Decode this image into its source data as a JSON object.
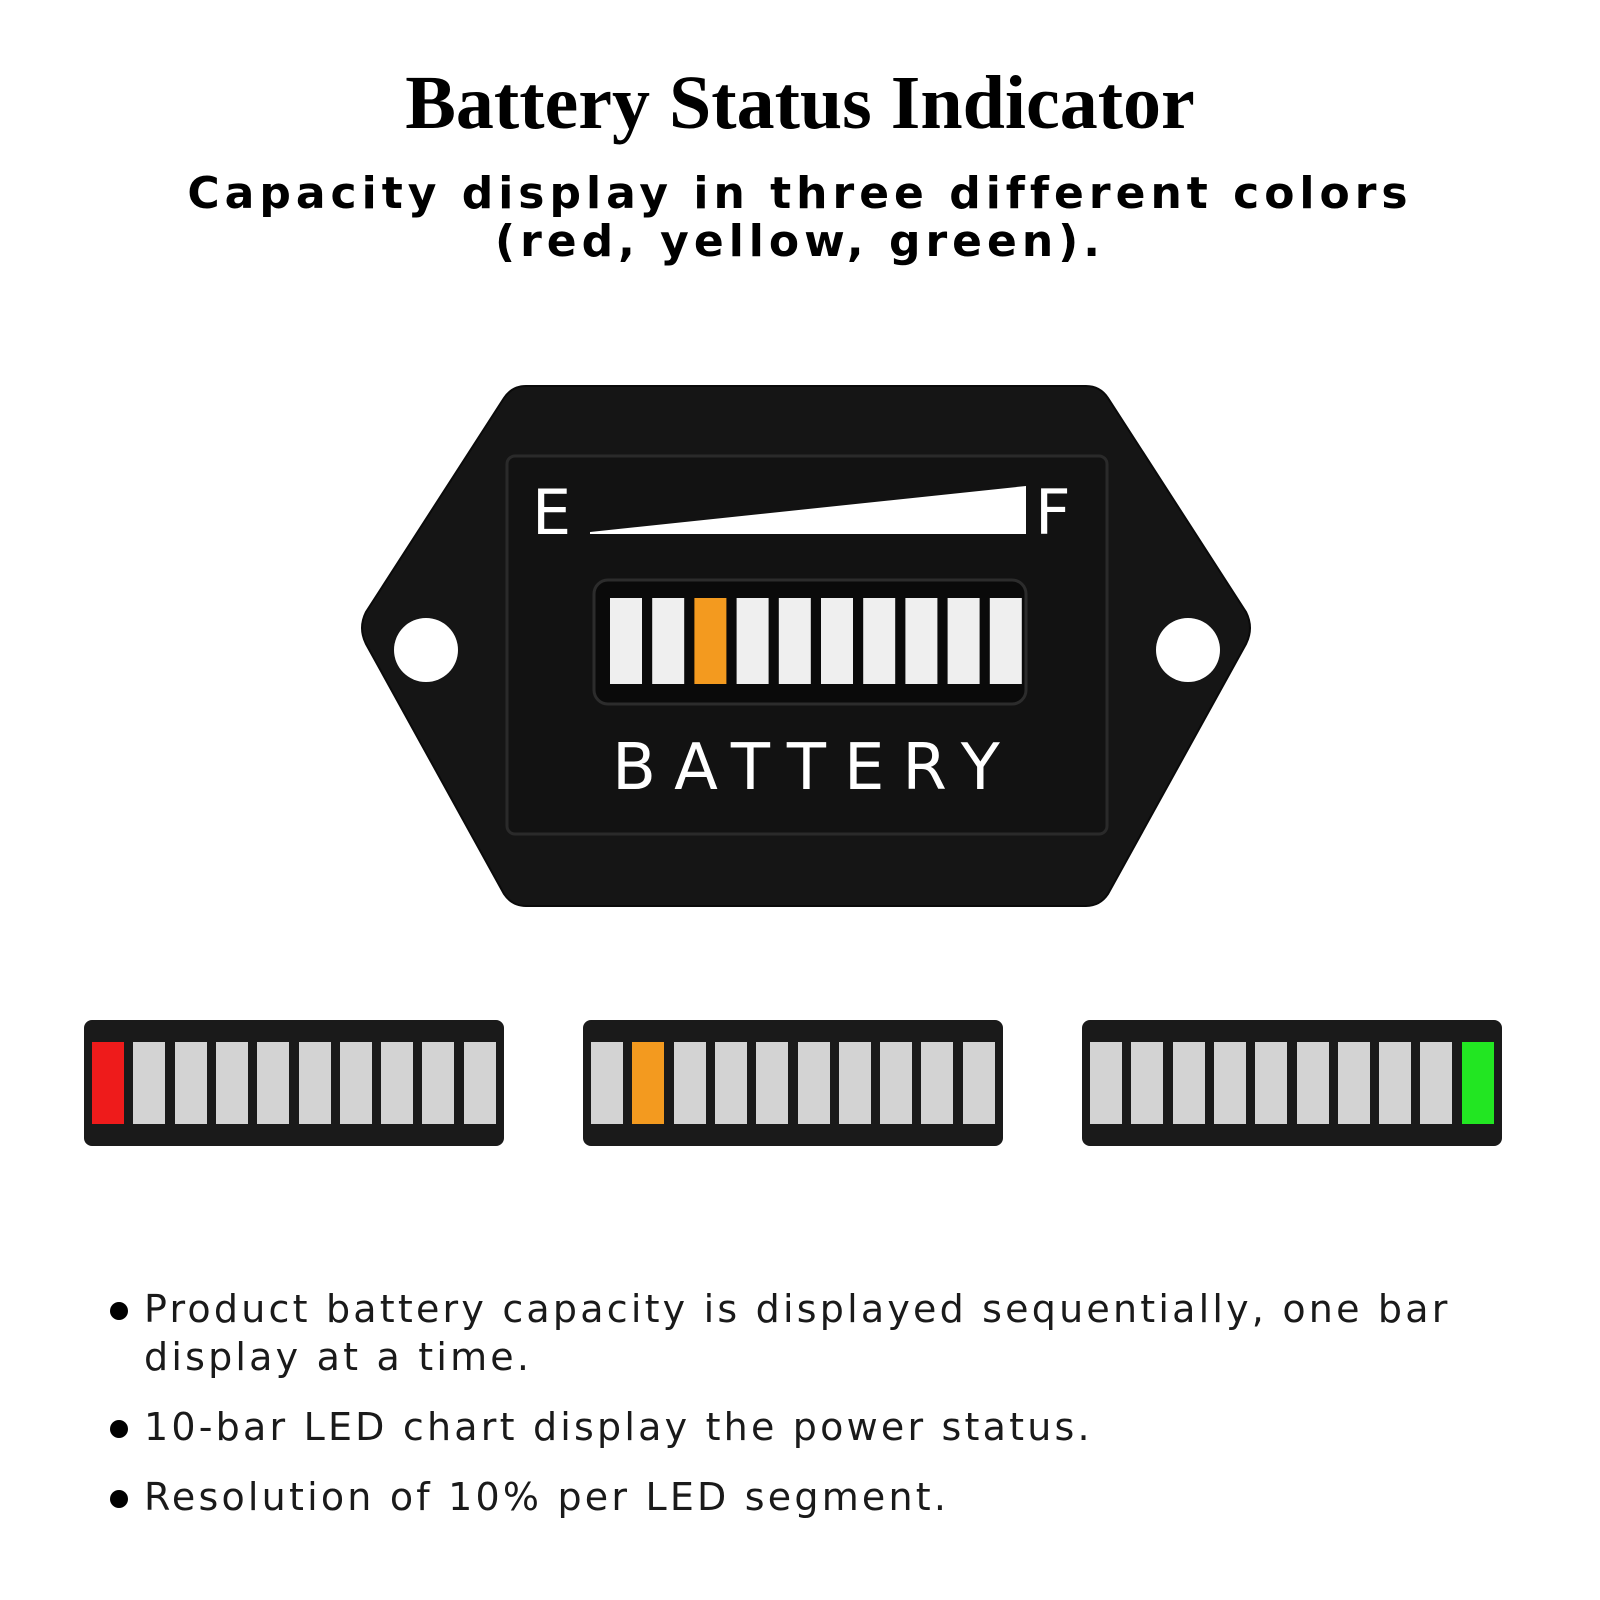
{
  "header": {
    "title": "Battery Status Indicator",
    "subtitle_line1": "Capacity display in three different colors",
    "subtitle_line2": "(red, yellow, green)."
  },
  "meter": {
    "empty_label": "E",
    "full_label": "F",
    "name_label": "BATTERY",
    "segment_count": 10,
    "lit_segment": 3,
    "lit_color": "#f39a1f",
    "segment_color": "#efefef",
    "body_color": "#151515"
  },
  "strips": [
    {
      "name": "red-strip",
      "segment_count": 10,
      "lit_segment": 1,
      "lit_color": "#ee1b1b"
    },
    {
      "name": "yellow-strip",
      "segment_count": 10,
      "lit_segment": 2,
      "lit_color": "#f39a1f"
    },
    {
      "name": "green-strip",
      "segment_count": 10,
      "lit_segment": 10,
      "lit_color": "#22e622"
    }
  ],
  "bullets": [
    {
      "line1": "Product battery capacity is displayed sequentially, one bar",
      "line2": "display at a time."
    },
    {
      "line1": "10-bar LED chart display the power status.",
      "line2": ""
    },
    {
      "line1": "Resolution of 10% per LED segment.",
      "line2": ""
    }
  ]
}
